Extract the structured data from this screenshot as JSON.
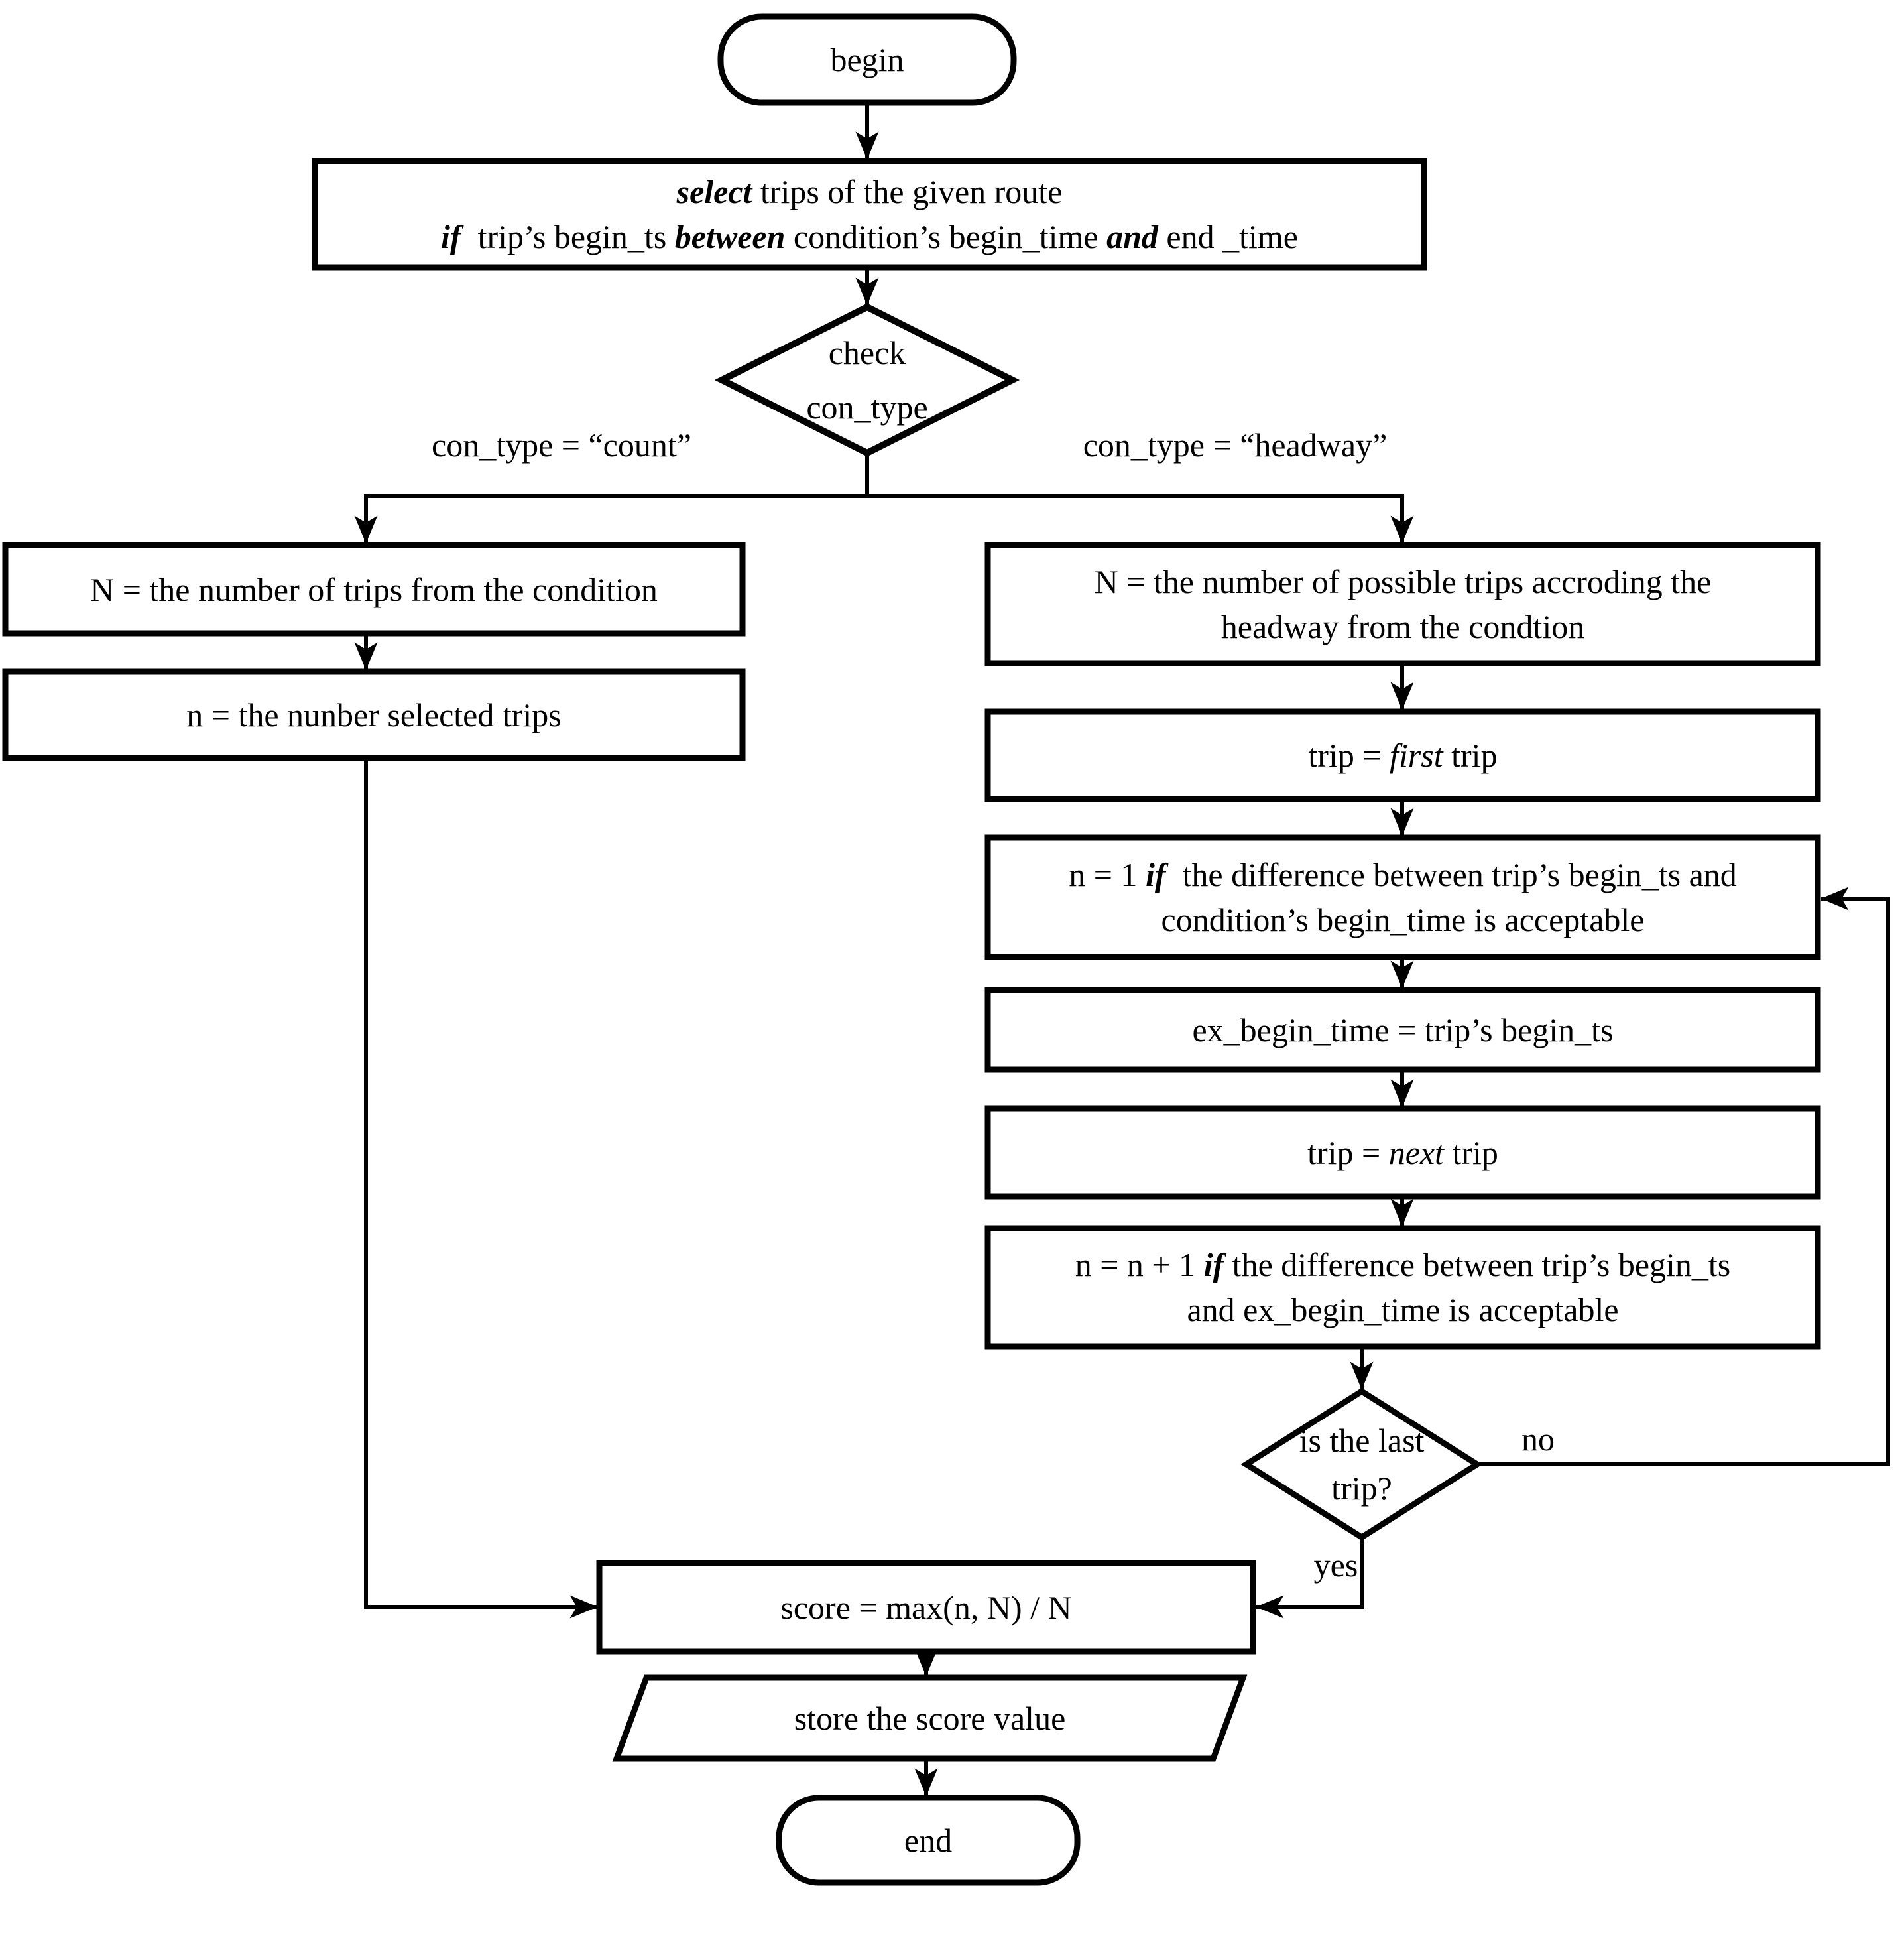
{
  "flow": {
    "nodes": {
      "begin": {
        "type": "terminator",
        "label": [
          [
            {
              "t": "begin",
              "s": ""
            }
          ]
        ]
      },
      "select": {
        "type": "process",
        "label": [
          [
            {
              "t": "select",
              "s": "bi"
            },
            {
              "t": " trips of the given route",
              "s": ""
            }
          ],
          [
            {
              "t": "if",
              "s": "bi"
            },
            {
              "t": "  trip’s begin_ts ",
              "s": ""
            },
            {
              "t": "between",
              "s": "bi"
            },
            {
              "t": " condition’s begin_time ",
              "s": ""
            },
            {
              "t": "and",
              "s": "bi"
            },
            {
              "t": " end _time",
              "s": ""
            }
          ]
        ]
      },
      "check_con_type": {
        "type": "decision",
        "label": [
          [
            {
              "t": "check",
              "s": ""
            }
          ],
          [
            {
              "t": "con_type",
              "s": ""
            }
          ]
        ]
      },
      "count_big_n": {
        "type": "process",
        "label": [
          [
            {
              "t": "N = the number of trips from the condition",
              "s": ""
            }
          ]
        ]
      },
      "count_small_n": {
        "type": "process",
        "label": [
          [
            {
              "t": "n = the nunber selected trips",
              "s": ""
            }
          ]
        ]
      },
      "headway_big_n": {
        "type": "process",
        "label": [
          [
            {
              "t": "N = the number of possible trips accroding the",
              "s": ""
            }
          ],
          [
            {
              "t": "headway from the condtion",
              "s": ""
            }
          ]
        ]
      },
      "trip_first": {
        "type": "process",
        "label": [
          [
            {
              "t": "trip = ",
              "s": ""
            },
            {
              "t": "first",
              "s": "i"
            },
            {
              "t": " trip",
              "s": ""
            }
          ]
        ]
      },
      "n_equals_1": {
        "type": "process",
        "label": [
          [
            {
              "t": "n = 1 ",
              "s": ""
            },
            {
              "t": "if",
              "s": "bi"
            },
            {
              "t": "  the difference between trip’s begin_ts and",
              "s": ""
            }
          ],
          [
            {
              "t": "condition’s begin_time is acceptable",
              "s": ""
            }
          ]
        ]
      },
      "ex_begin_time": {
        "type": "process",
        "label": [
          [
            {
              "t": "ex_begin_time = trip’s begin_ts",
              "s": ""
            }
          ]
        ]
      },
      "trip_next": {
        "type": "process",
        "label": [
          [
            {
              "t": "trip = ",
              "s": ""
            },
            {
              "t": "next",
              "s": "i"
            },
            {
              "t": " trip",
              "s": ""
            }
          ]
        ]
      },
      "n_plus_1": {
        "type": "process",
        "label": [
          [
            {
              "t": "n = n + 1 ",
              "s": ""
            },
            {
              "t": "if",
              "s": "bi"
            },
            {
              "t": " the difference between trip’s begin_ts",
              "s": ""
            }
          ],
          [
            {
              "t": "and ex_begin_time is acceptable",
              "s": ""
            }
          ]
        ]
      },
      "is_last_trip": {
        "type": "decision",
        "label": [
          [
            {
              "t": "is the last",
              "s": ""
            }
          ],
          [
            {
              "t": "trip?",
              "s": ""
            }
          ]
        ]
      },
      "score": {
        "type": "process",
        "label": [
          [
            {
              "t": "score = max(n, N) / N",
              "s": ""
            }
          ]
        ]
      },
      "store": {
        "type": "io",
        "label": [
          [
            {
              "t": "store the score value",
              "s": ""
            }
          ]
        ]
      },
      "end": {
        "type": "terminator",
        "label": [
          [
            {
              "t": "end",
              "s": ""
            }
          ]
        ]
      }
    },
    "edge_labels": {
      "count": "con_type = “count”",
      "headway": "con_type = “headway”",
      "no": "no",
      "yes": "yes"
    },
    "colors": {
      "line": "#000000",
      "fill": "#ffffff"
    }
  }
}
